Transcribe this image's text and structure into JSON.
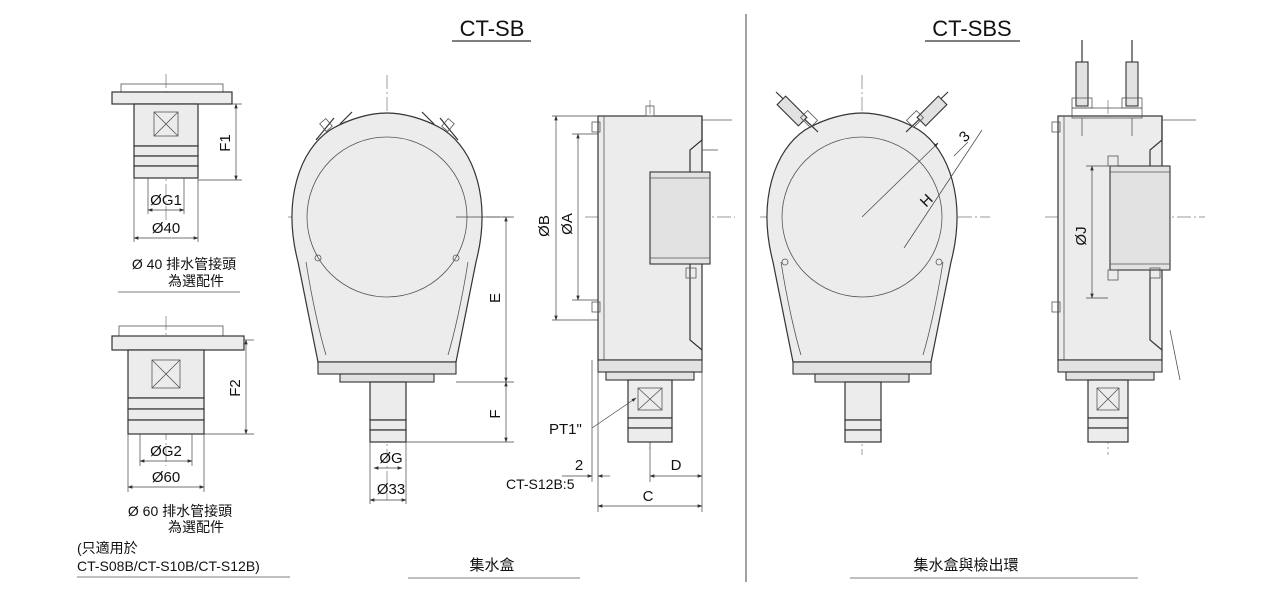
{
  "titles": {
    "left": "CT-SB",
    "right": "CT-SBS"
  },
  "small_parts": {
    "top": {
      "label_f1": "F1",
      "label_g1": "ØG1",
      "label_40": "Ø40",
      "note_line1": "Ø 40 排水管接頭",
      "note_line2": "為選配件"
    },
    "bottom": {
      "label_f2": "F2",
      "label_g2": "ØG2",
      "label_60": "Ø60",
      "note_line1": "Ø 60 排水管接頭",
      "note_line2": "為選配件",
      "applies_line1": "(只適用於",
      "applies_line2": "CT-S08B/CT-S10B/CT-S12B)"
    }
  },
  "ct_sb": {
    "label_e": "E",
    "label_f": "F",
    "label_g": "ØG",
    "label_33": "Ø33",
    "label_b": "ØB",
    "label_a": "ØA",
    "label_pt1": "PT1\"",
    "label_2": "2",
    "label_s12b": "CT-S12B:5",
    "label_d": "D",
    "label_c": "C",
    "caption": "集水盒"
  },
  "ct_sbs": {
    "label_h": "H",
    "label_3": "3",
    "label_j": "ØJ",
    "caption": "集水盒與檢出環"
  }
}
